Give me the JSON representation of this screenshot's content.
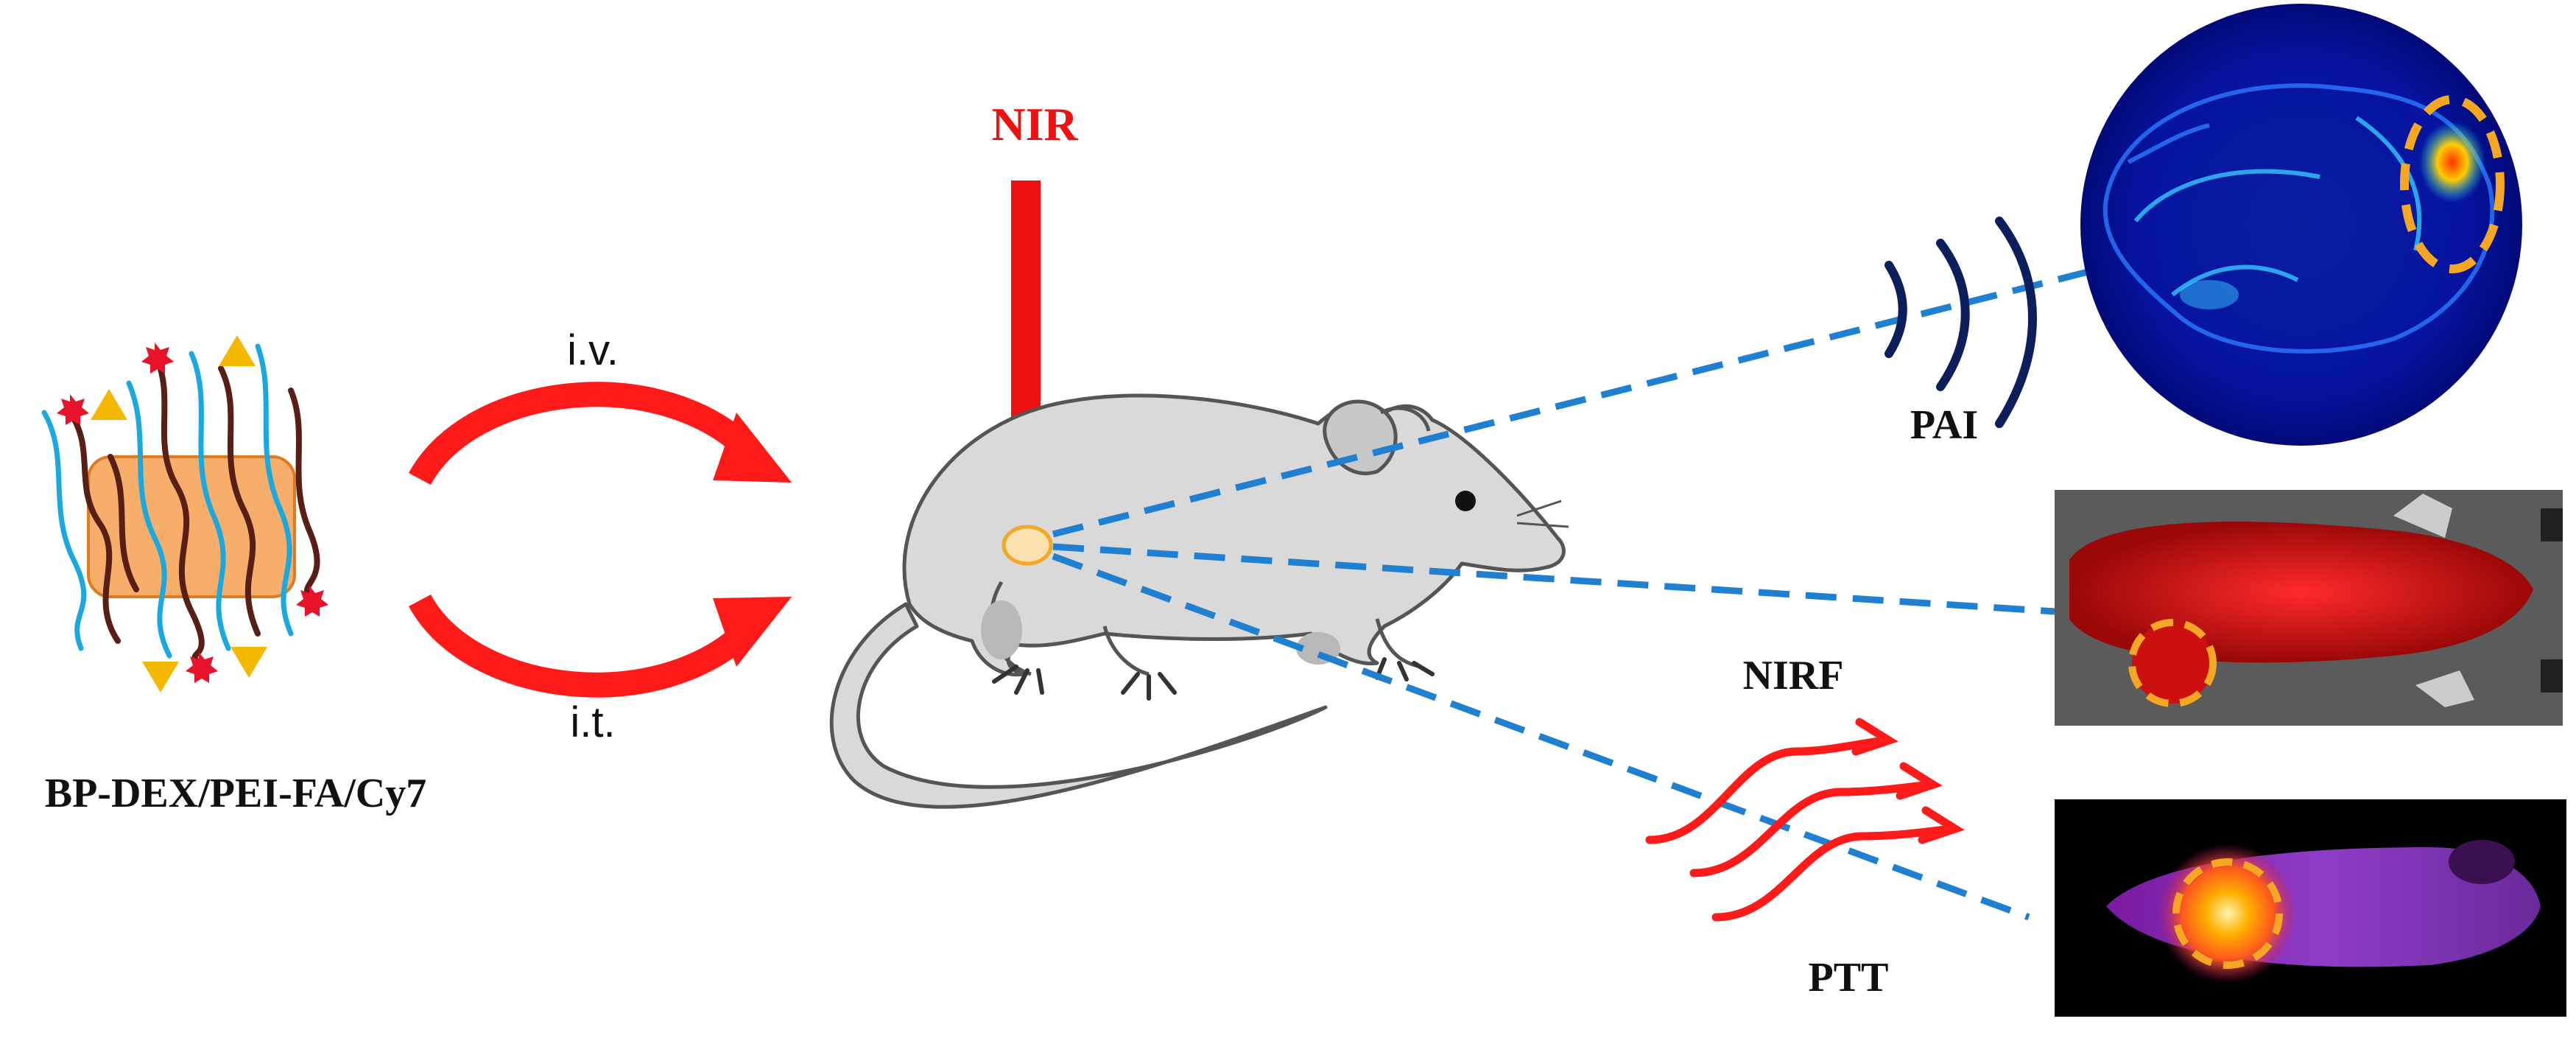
{
  "labels": {
    "nanoparticle": "BP-DEX/PEI-FA/Cy7",
    "route_top": "i.v.",
    "route_bottom": "i.t.",
    "laser": "NIR",
    "pai": "PAI",
    "nirf": "NIRF",
    "ptt": "PTT"
  },
  "colors": {
    "arrow_red": "#ff1a1a",
    "dash_blue": "#1f7fd0",
    "wave_navy": "#0c1f5c",
    "tumor_outline": "#f5a623",
    "text_black": "#111111",
    "laser_red": "#ee1111"
  }
}
